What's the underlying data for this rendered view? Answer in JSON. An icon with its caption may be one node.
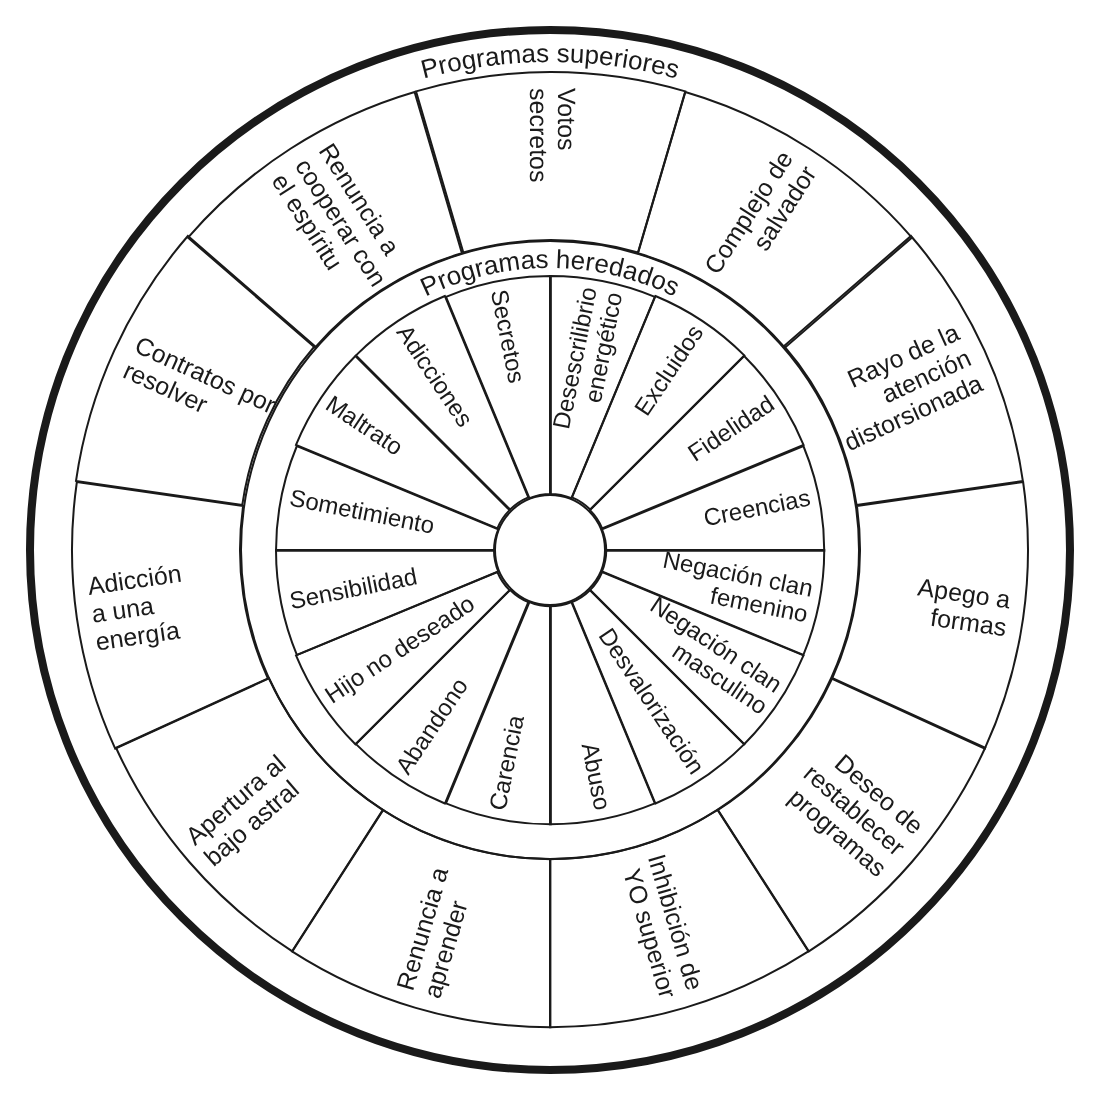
{
  "diagram": {
    "nodes": [
      {
        "text": [
          "Programas superiores"
        ]
      },
      {
        "text": [
          "Votos secretos"
        ],
        "in": 0
      },
      {
        "text": [
          "Complejo de salvador"
        ],
        "in": 0
      },
      {
        "text": [
          "Rayo de la atención distorsionada"
        ],
        "in": 0
      },
      {
        "text": [
          "Apego a formas"
        ],
        "in": 0
      },
      {
        "text": [
          "Deseo de restablecer programas"
        ],
        "in": 0
      },
      {
        "text": [
          "Inhibición de YO superior"
        ],
        "in": 0
      },
      {
        "text": [
          "Renuncia a aprender"
        ],
        "in": 0
      },
      {
        "text": [
          "Apertura al bajo astral"
        ],
        "in": 0
      },
      {
        "text": [
          "Adicción a una energía"
        ],
        "in": 0
      },
      {
        "text": [
          "Contratos por resolver"
        ],
        "in": 0
      },
      {
        "text": [
          "Renuncia a cooperar con el espíritu"
        ],
        "in": 0
      },
      {
        "text": [
          "Programas heredados"
        ],
        "in": 0
      },
      {
        "text": [
          "Desescrilibrio energético"
        ],
        "in": 12
      },
      {
        "text": [
          "Excluidos"
        ],
        "in": 12
      },
      {
        "text": [
          "Fidelidad"
        ],
        "in": 12
      },
      {
        "text": [
          "Creencias"
        ],
        "in": 12
      },
      {
        "text": [
          "Negación clan femenino"
        ],
        "in": 12
      },
      {
        "text": [
          "Negación clan masculino"
        ],
        "in": 12
      },
      {
        "text": [
          "Desvalorización"
        ],
        "in": 12
      },
      {
        "text": [
          "Abuso"
        ],
        "in": 12
      },
      {
        "text": [
          "Carencia"
        ],
        "in": 12
      },
      {
        "text": [
          "Abandono"
        ],
        "in": 12
      },
      {
        "text": [
          "Hijo no deseado"
        ],
        "in": 12
      },
      {
        "text": [
          "Sensibilidad"
        ],
        "in": 12
      },
      {
        "text": [
          "Sometimiento"
        ],
        "in": 12
      },
      {
        "text": [
          "Maltrato"
        ],
        "in": 12
      },
      {
        "text": [
          "Adicciones"
        ],
        "in": 12
      },
      {
        "text": [
          "Secretos"
        ],
        "in": 12
      },
      {
        "text": [],
        "shape": "circle",
        "in": 12
      }
    ]
  }
}
